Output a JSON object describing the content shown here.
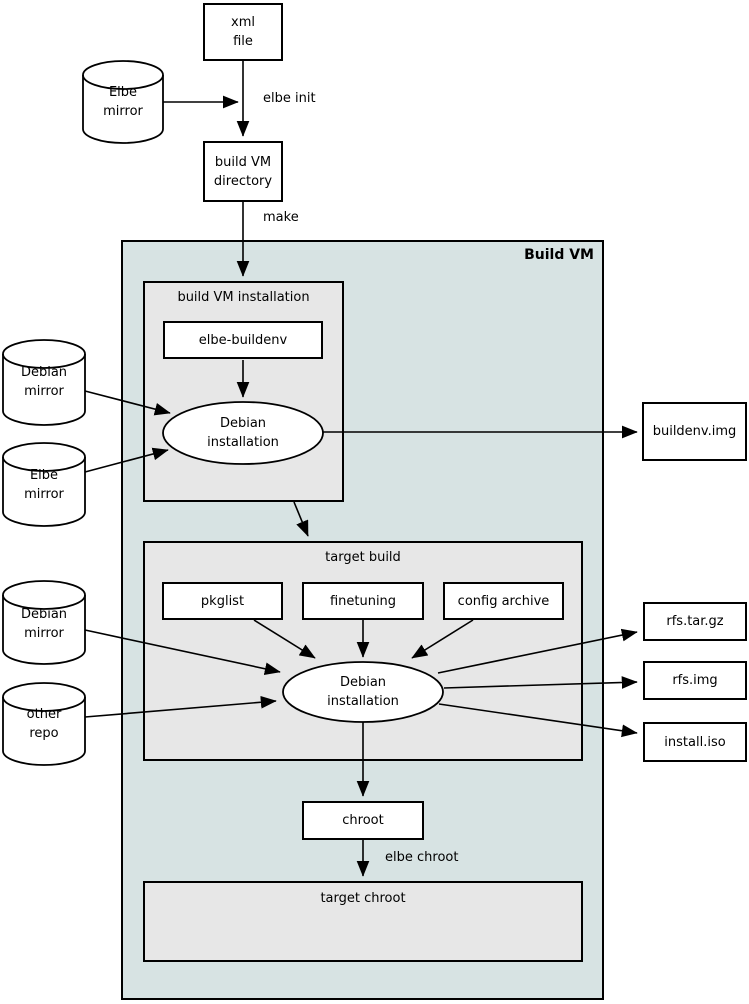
{
  "colors": {
    "container_bg": "#d7e3e3",
    "group_bg": "#e7e7e7",
    "node_bg": "#ffffff",
    "line": "#000000",
    "text": "#000000"
  },
  "diagram": {
    "container_title": "Build VM",
    "groups": {
      "build_vm_installation": "build VM installation",
      "target_build": "target build",
      "target_chroot": "target chroot"
    },
    "nodes": {
      "xml_file": "xml\nfile",
      "elbe_mirror_top": "Elbe\nmirror",
      "build_vm_directory": "build VM\ndirectory",
      "elbe_buildenv": "elbe-buildenv",
      "debian_installation_vm": "Debian\ninstallation",
      "debian_mirror_vm": "Debian\nmirror",
      "elbe_mirror_vm": "Elbe\nmirror",
      "buildenv_img": "buildenv.img",
      "pkglist": "pkglist",
      "finetuning": "finetuning",
      "config_archive": "config archive",
      "debian_mirror_target": "Debian\nmirror",
      "other_repo": "other\nrepo",
      "debian_installation_target": "Debian\ninstallation",
      "rfs_tar_gz": "rfs.tar.gz",
      "rfs_img": "rfs.img",
      "install_iso": "install.iso",
      "chroot": "chroot"
    },
    "edge_labels": {
      "elbe_init": "elbe init",
      "make": "make",
      "elbe_chroot": "elbe chroot"
    }
  }
}
